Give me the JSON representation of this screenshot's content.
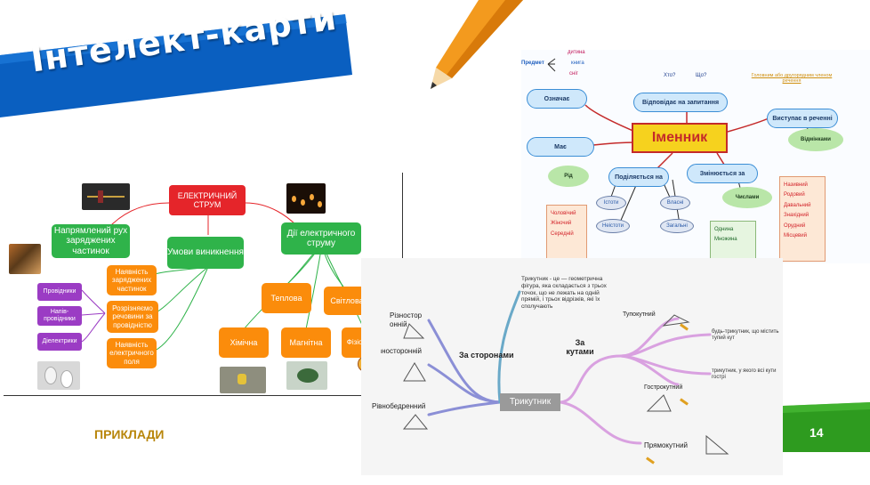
{
  "slide": {
    "title": "Інтелект-карти",
    "examples_label": "ПРИКЛАДИ",
    "page_number": "14",
    "colors": {
      "banner_blue": "#0a5fc0",
      "page_green": "#2e9b1f",
      "examples_color": "#b8860b"
    }
  },
  "electric_map": {
    "center": "ЕЛЕКТРИЧНИЙ СТРУМ",
    "left": "Напрямлений рух заряджених частинок",
    "middle": "Умови виникнення",
    "right": "Дії електричного струму",
    "conditions": [
      "Наявність заряджених частинок",
      "Розрізняємо речовини за провідністю",
      "Наявність електричного поля"
    ],
    "materials": [
      "Провідники",
      "Напів-провідники",
      "Діелектрики"
    ],
    "effects_top": [
      "Теплова",
      "Світлова"
    ],
    "effects_bottom": [
      "Хімічна",
      "Магнітна",
      "Фізіологічна"
    ]
  },
  "noun_map": {
    "center": "Іменник",
    "denotes": "Означає",
    "answers": "Відповідає на запитання",
    "function": "Виступає в реченні",
    "has": "Має",
    "divides": "Поділяється на",
    "changes": "Змінюється за",
    "object_label": "Предмет",
    "object_examples": [
      "дитина",
      "книга",
      "сніг"
    ],
    "questions": [
      "Хто?",
      "Що?"
    ],
    "member_note": "Головним або другорядним членом речення",
    "gender_cloud": "Рід",
    "case_cloud": "Відмінками",
    "number_cloud": "Числами",
    "divisions": [
      "Істоти",
      "Неістоти",
      "Власні",
      "Загальні"
    ],
    "genders": [
      "Чоловічий",
      "Жіночий",
      "Середній"
    ],
    "numbers": [
      "Однина",
      "Множина"
    ],
    "cases": [
      "Називний",
      "Родовий",
      "Давальний",
      "Знахідний",
      "Орудний",
      "Місцевий"
    ]
  },
  "triangle_map": {
    "center": "Трикутник",
    "definition": "Трикутник - це — геометрична фігура, яка складається з трьох точок, що не лежать на одній прямій, і трьох відрізків, які їх сполучають",
    "by_sides": "За сторонами",
    "by_angles": "За кутами",
    "sides_types": [
      "Різностор онній",
      "Рівносторонній",
      "Рівнобедренний"
    ],
    "angles_types": [
      "Тупокутний",
      "Гострокутний",
      "Прямокутний"
    ],
    "obtuse_desc": "будь-трикутник, що містить тупий кут",
    "acute_desc": "трикутник, у якого всі кути гострі"
  }
}
